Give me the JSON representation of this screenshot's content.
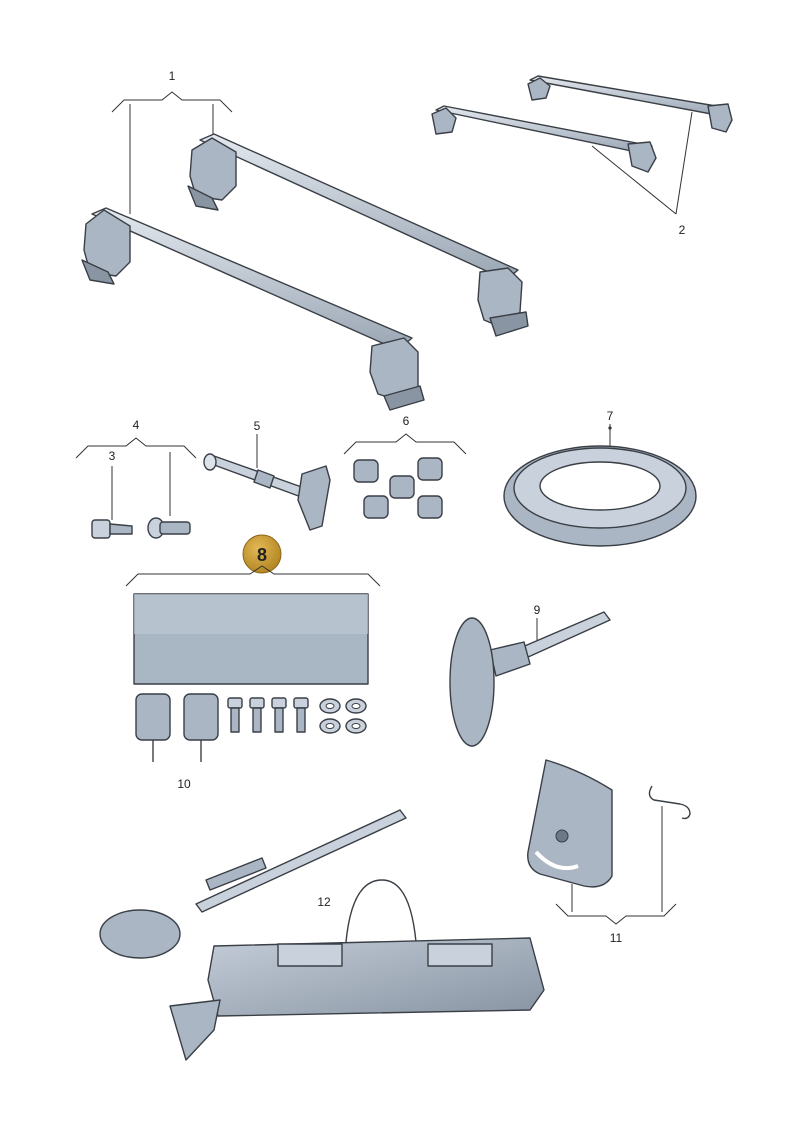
{
  "diagram": {
    "callouts": [
      {
        "id": "1",
        "label": "1"
      },
      {
        "id": "2",
        "label": "2"
      },
      {
        "id": "3",
        "label": "3"
      },
      {
        "id": "4",
        "label": "4"
      },
      {
        "id": "5",
        "label": "5"
      },
      {
        "id": "6",
        "label": "6"
      },
      {
        "id": "7",
        "label": "7"
      },
      {
        "id": "8",
        "label": "8",
        "highlighted": true
      },
      {
        "id": "9",
        "label": "9"
      },
      {
        "id": "10",
        "label": "10"
      },
      {
        "id": "11",
        "label": "11"
      },
      {
        "id": "12",
        "label": "12"
      }
    ],
    "colors": {
      "highlight_badge": "#c99a2e",
      "part_fill": "#aab6c3",
      "part_stroke": "#3a3f46"
    }
  }
}
